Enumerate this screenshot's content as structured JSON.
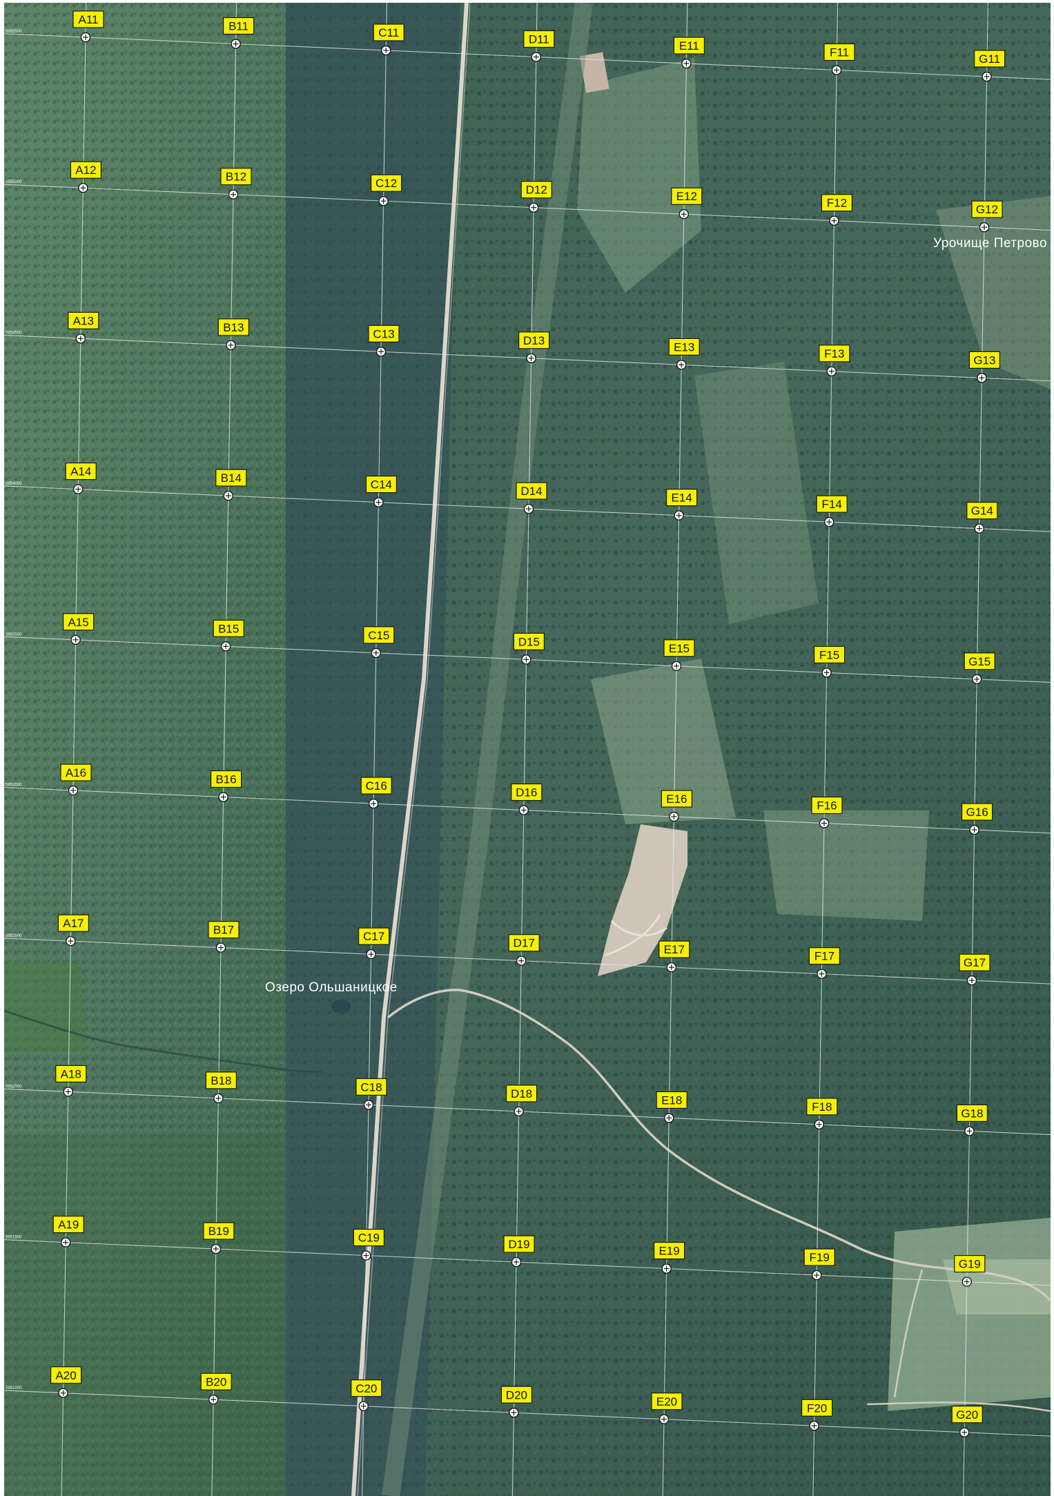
{
  "map": {
    "colors": {
      "forest_light": "#54785c",
      "forest_dark": "#2d4c48",
      "shaded_strip": "#33515a",
      "clearing": "#8fa68a",
      "sand": "#c9bfb2",
      "road": "#d8d2c6",
      "label_fill": "#f4f000"
    },
    "columns": [
      "A",
      "B",
      "C",
      "D",
      "E",
      "F",
      "G"
    ],
    "rows": [
      "11",
      "12",
      "13",
      "14",
      "15",
      "16",
      "17",
      "18",
      "19",
      "20"
    ],
    "coordinate_labels": [
      "5955500",
      "5955000",
      "5954500",
      "5954000",
      "5953500",
      "5953000",
      "5952500",
      "5952000",
      "5951500",
      "5951000"
    ],
    "place_names": [
      {
        "id": "urochishche",
        "text": "Урочище  Петрово"
      },
      {
        "id": "lake",
        "text": "Озеро  Ольшаницкое"
      }
    ]
  }
}
